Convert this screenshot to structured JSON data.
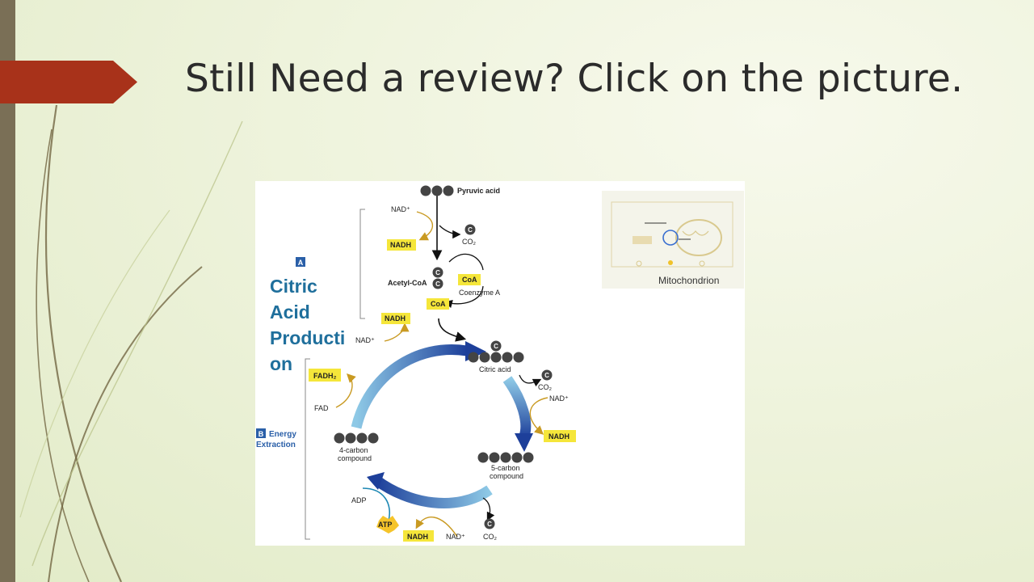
{
  "slide": {
    "title": "Still Need a review? Click on the picture.",
    "accent_color": "#a8321a",
    "sidebar_color": "#7a6f56"
  },
  "figure": {
    "overlay_text": "Citric Acid Producti on",
    "overlay_lines": [
      "Citric",
      "Acid",
      "Producti",
      "on"
    ],
    "section_a_badge": "A",
    "section_b_badge": "B",
    "section_b_label_line1": "Energy",
    "section_b_label_line2": "Extraction",
    "pyruvic_acid": "Pyruvic acid",
    "nad_plus": "NAD⁺",
    "nadh": "NADH",
    "co2": "CO₂",
    "acetyl_coa": "Acetyl-CoA",
    "coa": "CoA",
    "coenzyme_a": "Coenzyme A",
    "citric_acid": "Citric acid",
    "fadh2": "FADH₂",
    "fad": "FAD",
    "four_carbon_line1": "4-carbon",
    "four_carbon_line2": "compound",
    "five_carbon_line1": "5-carbon",
    "five_carbon_line2": "compound",
    "adp": "ADP",
    "atp": "ATP",
    "carbon_symbol": "C",
    "mitochondrion": "Mitochondrion"
  }
}
